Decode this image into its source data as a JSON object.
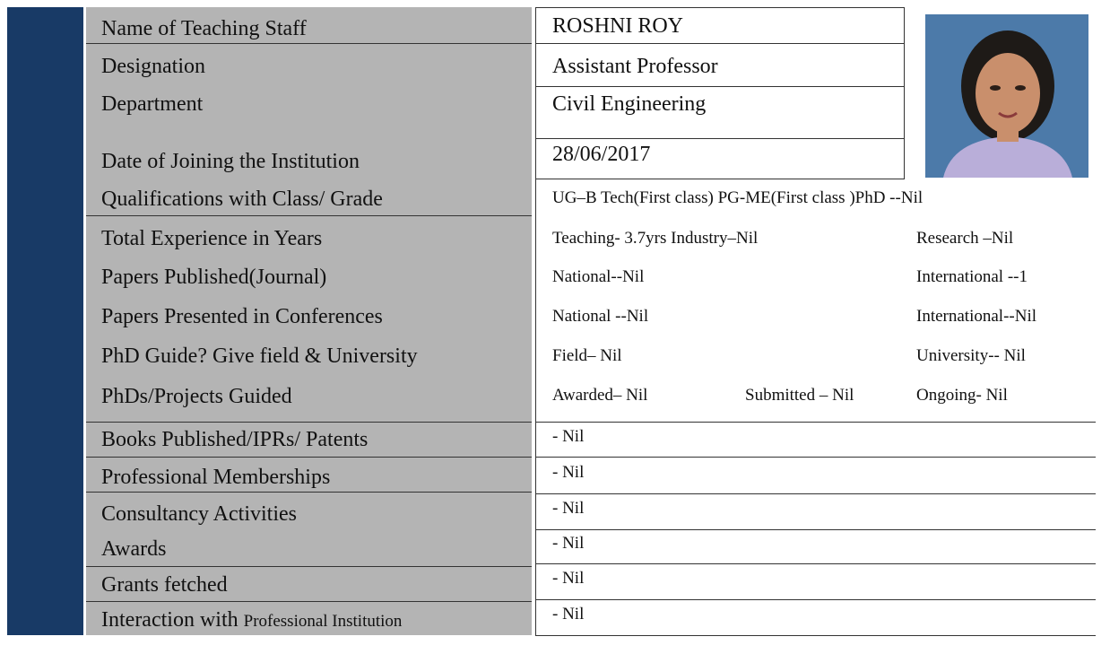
{
  "labels": [
    "Name of Teaching Staff",
    "Designation",
    "Department",
    "Date of Joining the Institution",
    "Qualifications with Class/ Grade",
    "Total Experience in Years",
    "Papers Published(Journal)",
    "Papers Presented in Conferences",
    "PhD Guide? Give field & University",
    "PhDs/Projects Guided",
    "Books Published/IPRs/ Patents",
    "Professional Memberships",
    "Consultancy Activities",
    "Awards",
    "Grants fetched",
    "Interaction with ",
    "Professional Institution"
  ],
  "values": {
    "name": "ROSHNI ROY",
    "designation": "Assistant Professor",
    "department": "Civil Engineering",
    "doj": "28/06/2017",
    "qualifications": "UG–B Tech(First class)   PG-ME(First class )PhD --Nil",
    "exp_teaching": "Teaching- 3.7yrs  Industry–Nil",
    "exp_research": "Research –Nil",
    "journal_national": "National--Nil",
    "journal_international": "International --1",
    "conf_national": "National --Nil",
    "conf_international": "International--Nil",
    "guide_field": "Field– Nil",
    "guide_university": "University-- Nil",
    "guided_awarded": "Awarded– Nil",
    "guided_submitted": "Submitted – Nil",
    "guided_ongoing": "Ongoing- Nil",
    "books": "- Nil",
    "memberships": "- Nil",
    "consultancy": "- Nil",
    "awards": "- Nil",
    "grants": "- Nil",
    "interaction": "- Nil"
  },
  "colors": {
    "stripe": "#183a66",
    "label_bg": "#b4b4b4"
  },
  "photo": {
    "icon": "staff-photo"
  }
}
